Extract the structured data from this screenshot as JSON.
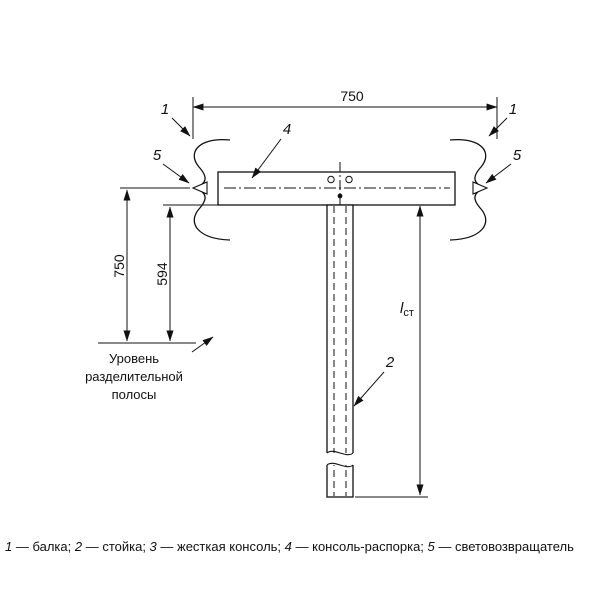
{
  "drawing": {
    "dim_top": "750",
    "dim_left_outer": "750",
    "dim_left_inner": "594",
    "dim_post_main": "l",
    "dim_post_sub": "ст",
    "callouts": {
      "beam": "1",
      "post": "2",
      "spacer": "4",
      "reflector": "5"
    },
    "level_label": {
      "line1": "Уровень",
      "line2": "разделительной",
      "line3": "полосы"
    }
  },
  "caption": {
    "parts": [
      {
        "num": "1",
        "rest": " — балка; "
      },
      {
        "num": "2",
        "rest": " — стойка; "
      },
      {
        "num": "3",
        "rest": " — жесткая консоль; "
      },
      {
        "num": "4",
        "rest": " — консоль-распорка; "
      },
      {
        "num": "5",
        "rest": " — световозвращатель"
      }
    ]
  }
}
